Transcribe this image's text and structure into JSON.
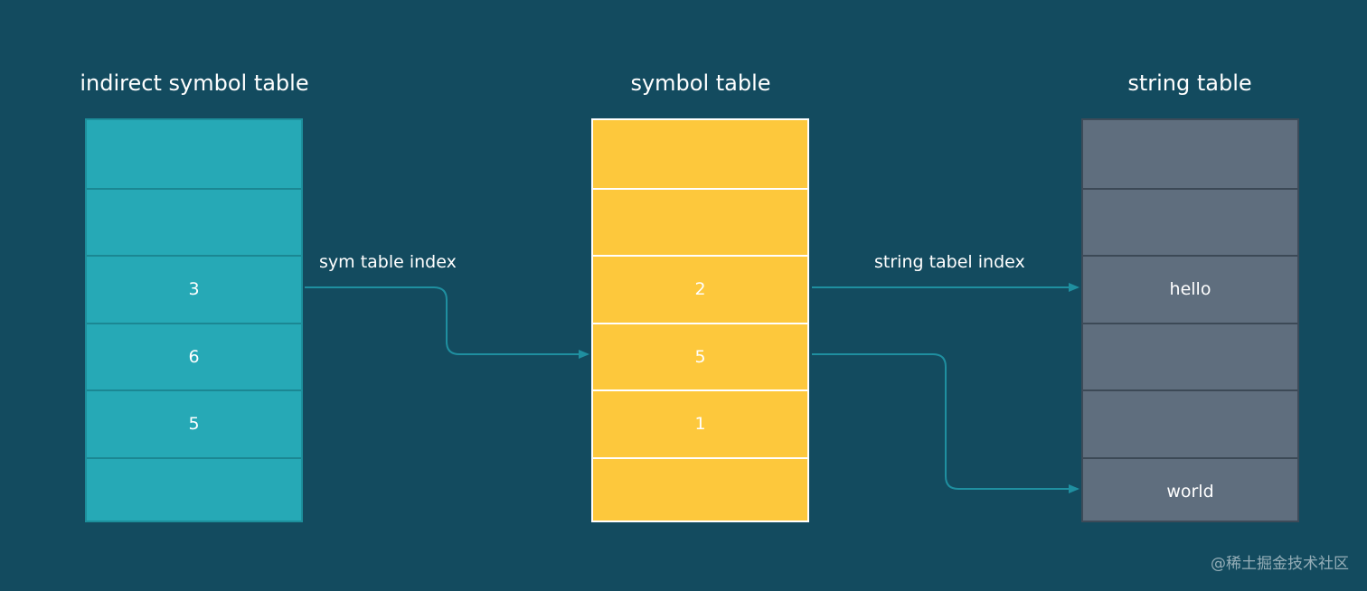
{
  "tables": {
    "indirect": {
      "title": "indirect symbol table",
      "cells": [
        "",
        "",
        "3",
        "6",
        "5",
        ""
      ]
    },
    "symbol": {
      "title": "symbol table",
      "cells": [
        "",
        "",
        "2",
        "5",
        "1",
        ""
      ]
    },
    "string": {
      "title": "string table",
      "cells": [
        "",
        "",
        "hello",
        "",
        "",
        "world"
      ]
    }
  },
  "edges": {
    "sym_index_label": "sym table index",
    "string_index_label": "string tabel index"
  },
  "colors": {
    "background": "#134b5f",
    "indirect_fill": "#26a9b6",
    "symbol_fill": "#fdc83c",
    "string_fill": "#5f6e7e",
    "connector": "#1f8fa0"
  },
  "watermark": "@稀土掘金技术社区"
}
